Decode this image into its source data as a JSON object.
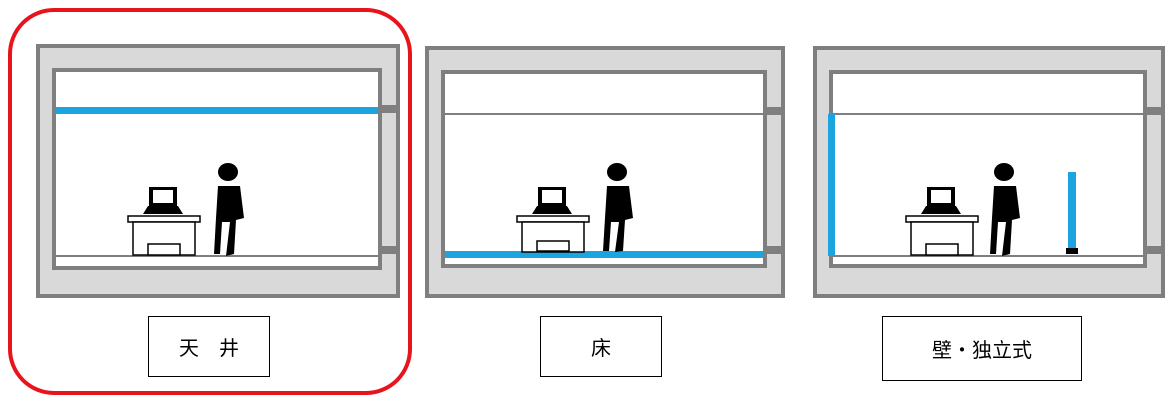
{
  "options": [
    {
      "label": "天　井",
      "selected": true
    },
    {
      "label": "床",
      "selected": false
    },
    {
      "label": "壁・独立式",
      "selected": false
    }
  ],
  "colors": {
    "highlight": "#1ba4e0",
    "selection": "#e8141b",
    "frame": "#7f7f7f",
    "slab": "#d9d9d9"
  }
}
